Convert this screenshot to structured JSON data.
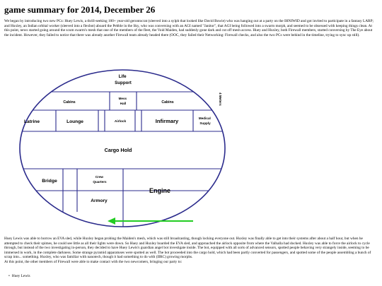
{
  "page": {
    "title": "game summary for 2014, December 26",
    "intro": "We began by introducing two new PCs: Huey Lewis, a thrill-seeking 100+ year-old gerontocrat (sleeved into a sylph that looked like David Bowie) who was hanging out at a party on the IHNIWID and got invited to participate in a fantasy LARP; and Huxley, an Indian orbital worker (sleeved into a flexbot) aboard the Pebble in the Sky, who was conversing with an AGI named \"Janitor\", that AGI being followed into a swarm morph, and seemed to be obsessed with keeping things clean. At this point, news started going around the scum swarm's mesh that one of the members of the fleet, the Void Maiden, had suddenly gone dark and cut off mesh access. Huey and Huxley, both Firewall members, started conversing by The Eye about the incident. However, they failed to notice that there was already another Firewall team already headed there (OOC, they failed their Networking: Firewall checks, and also the two PCs were behind in the timeline, trying to sync up still).",
    "after_map": "Huey Lewis was able to borrow an EVA sled, while Huxley began probing the Maiden's mesh, which was still broadcasting, though locking everyone out. Huxley was finally able to get into their systems after about a half hour, but when he attempted to check their spimes, he could see little as all their lights were down. So Huey and Huxley boarded the EVA sled, and approached the airlock opposite from where the Valhalla had docked. Huxley was able to force the airlock to cycle through, but instead of the two investigating in-person, they decided to have Huey Lewis's guardian angel bot investigate inside. The bot, equipped with all sorts of advanced sensors, spotted people behaving very strangely inside, seeming to be immersed in work, in the complete darkness. Some strange pyramid apparatuses were spotted as well. The bot proceeded into the cargo hold, which had been partly converted for passengers, and spotted some of the people assembling a bunch of scrap into... something. Huxley, who was familiar with nanotech, though it had something to do with (IIRC) growing morphs.",
    "contact": "At this point, the other members of Firewall were able to make contact with the two newcomers, bringing our party to:",
    "party": [
      "Huey Lewis"
    ]
  },
  "map": {
    "rooms": {
      "life_support_1": "Life",
      "life_support_2": "Support",
      "cabins_left": "Cabins",
      "mess_hall_1": "Mess",
      "mess_hall_2": "Hall",
      "cabins_right": "Cabins",
      "scale": "4 Meters",
      "latrine": "Latrine",
      "lounge": "Lounge",
      "airlock": "Airlock",
      "infirmary": "Infirmary",
      "medical_supply_1": "Medical",
      "medical_supply_2": "Supply",
      "cargo_hold": "Cargo Hold",
      "bridge": "Bridge",
      "crew_quarters_1": "Crew",
      "crew_quarters_2": "Quarters",
      "armory": "Armory",
      "engine": "Engine"
    },
    "arrow_color": "#22cc22"
  }
}
